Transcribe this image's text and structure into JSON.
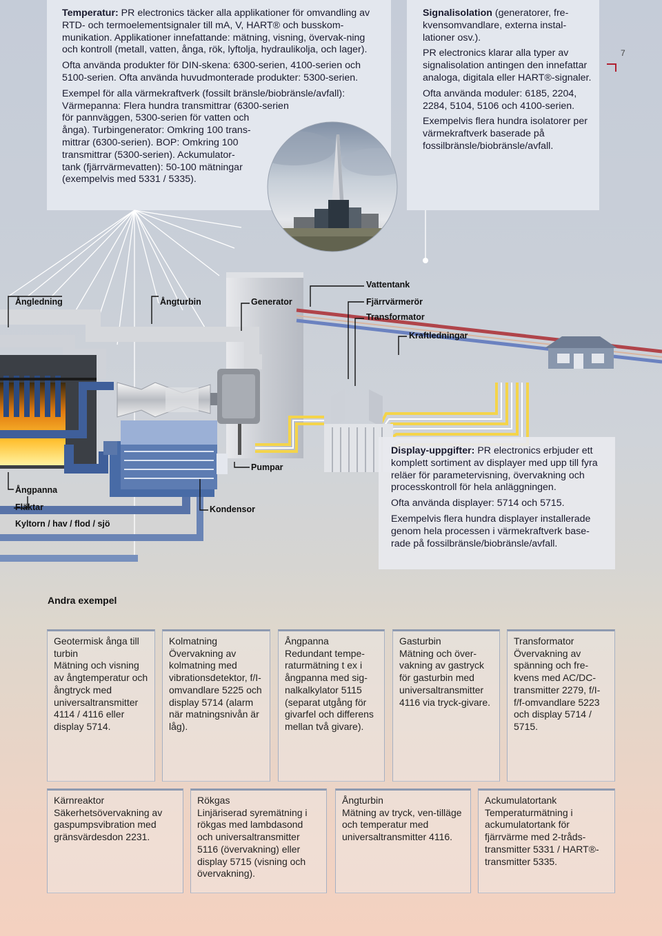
{
  "page_number": "7",
  "intro": {
    "temperature_label": "Temperatur:",
    "temperature_text": " PR electronics täcker alla applikationer för omvandling av RTD- och termoelementsignaler till mA, V, HART® och busskom-munikation. Applikationer innefattande: mätning, visning, övervak-ning och kontroll (metall, vatten, ånga, rök, lyftolja, hydraulikolja, och lager).",
    "din_text": "Ofta använda produkter för DIN-skena: 6300-serien, 4100-serien och 5100-serien. Ofta använda huvudmonterade produkter: 5300-serien.",
    "example_lines": [
      "Exempel för alla värmekraftverk (fossilt bränsle/biobränsle/avfall):",
      "Värmepanna: Flera hundra transmittrar (6300-serien",
      "för pannväggen, 5300-serien för vatten och",
      "ånga). Turbingenerator: Omkring 100 trans-",
      "mittrar (6300-serien). BOP: Omkring 100",
      "transmittrar (5300-serien). Ackumulator-",
      "tank (fjärrvärmevatten): 50-100 mätningar",
      "(exempelvis med 5331 / 5335)."
    ]
  },
  "signal": {
    "label": "Signalisolation",
    "text": " (generatorer, fre-kvensomvandlare, externa instal-lationer osv.).",
    "p2": "PR electronics klarar alla typer av signalisolation antingen den innefattar analoga, digitala eller HART®-signaler.",
    "p3": "Ofta använda moduler: 6185, 2204, 2284, 5104, 5106 och 4100-serien.",
    "p4": "Exempelvis flera hundra isolatorer per värmekraftverk baserade på fossilbränsle/biobränsle/avfall."
  },
  "diagram_labels": {
    "angledning": "Ångledning",
    "angturbin": "Ångturbin",
    "generator": "Generator",
    "vattentank": "Vattentank",
    "fjarrvarmeror": "Fjärrvärmerör",
    "transformator": "Transformator",
    "kraftledningar": "Kraftledningar",
    "pumpar": "Pumpar",
    "angpanna": "Ångpanna",
    "fläktar": "Fläktar",
    "kondensor": "Kondensor",
    "kyltorn": "Kyltorn / hav / flod / sjö"
  },
  "display": {
    "label": "Display-uppgifter:",
    "text": " PR electronics erbjuder ett komplett sortiment av displayer med upp till fyra reläer för parametervisning, övervakning och processkontroll för hela anläggningen.",
    "p2": "Ofta använda displayer: 5714 och 5715.",
    "p3": "Exempelvis flera hundra displayer installerade genom hela processen i värmekraftverk base-rade på fossilbränsle/biobränsle/avfall."
  },
  "other_examples_title": "Andra exempel",
  "cards_row1": [
    {
      "title": "Geotermisk ånga till turbin",
      "text": "Mätning och visning av ångtemperatur och ångtryck med universaltransmitter 4114 / 4116 eller display 5714."
    },
    {
      "title": "Kolmatning",
      "text": "Övervakning av kolmatning med vibrationsdetektor, f/I-omvandlare 5225 och display 5714 (alarm när matningsnivån är låg)."
    },
    {
      "title": "Ångpanna",
      "text": "Redundant tempe-raturmätning t ex i ångpanna med sig-nalkalkylator 5115 (separat utgång för givarfel och differens mellan två givare)."
    },
    {
      "title": "Gasturbin",
      "text": "Mätning och över-vakning av gastryck för gasturbin med universaltransmitter 4116 via tryck-givare."
    },
    {
      "title": "Transformator",
      "text": "Övervakning av spänning och fre-kvens med AC/DC-transmitter 2279, f/I-f/f-omvandlare 5223 och display 5714 / 5715."
    }
  ],
  "cards_row2": [
    {
      "title": "Kärnreaktor",
      "text": "Säkerhetsövervakning av gaspumpsvibration med gränsvärdesdon 2231."
    },
    {
      "title": "Rökgas",
      "text": "Linjäriserad syremätning i rökgas med lambdasond och universaltransmitter 5116 (övervakning) eller display 5715 (visning och övervakning)."
    },
    {
      "title": "Ångturbin",
      "text": "Mätning av tryck, ven-tilläge och temperatur med universaltransmitter 4116."
    },
    {
      "title": "Ackumulatortank",
      "text": "Temperaturmätning i ackumulatortank för fjärrvärme med 2-tråds-transmitter 5331 / HART®-transmitter 5335."
    }
  ]
}
